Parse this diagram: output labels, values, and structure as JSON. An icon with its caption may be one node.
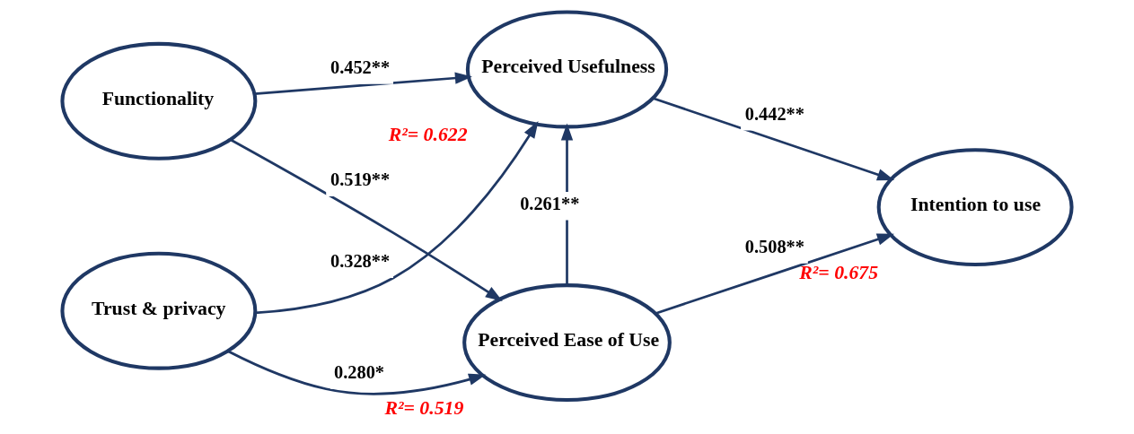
{
  "diagram": {
    "nodes": [
      {
        "text": [
          "Functionality"
        ]
      },
      {
        "text": [
          "Trust & privacy"
        ]
      },
      {
        "text": [
          "Perceived Usefulness"
        ],
        "beside": [
          "R²= 0.622"
        ]
      },
      {
        "text": [
          "Perceived Ease of Use"
        ],
        "beside": [
          "R²= 0.519"
        ]
      },
      {
        "text": [
          "Intention to use"
        ],
        "beside": [
          "R²= 0.675"
        ]
      }
    ],
    "edges": [
      {
        "from": 0,
        "to": 2,
        "arrow": "to",
        "label": "0.452**"
      },
      {
        "from": 0,
        "to": 3,
        "arrow": "to",
        "label": "0.519**"
      },
      {
        "from": 1,
        "to": 2,
        "arrow": "to",
        "label": "0.328**"
      },
      {
        "from": 1,
        "to": 3,
        "arrow": "to",
        "label": "0.280*"
      },
      {
        "from": 3,
        "to": 2,
        "arrow": "to",
        "label": "0.261**"
      },
      {
        "from": 2,
        "to": 4,
        "arrow": "to",
        "label": "0.442**"
      },
      {
        "from": 3,
        "to": 4,
        "arrow": "to",
        "label": "0.508**"
      }
    ]
  }
}
